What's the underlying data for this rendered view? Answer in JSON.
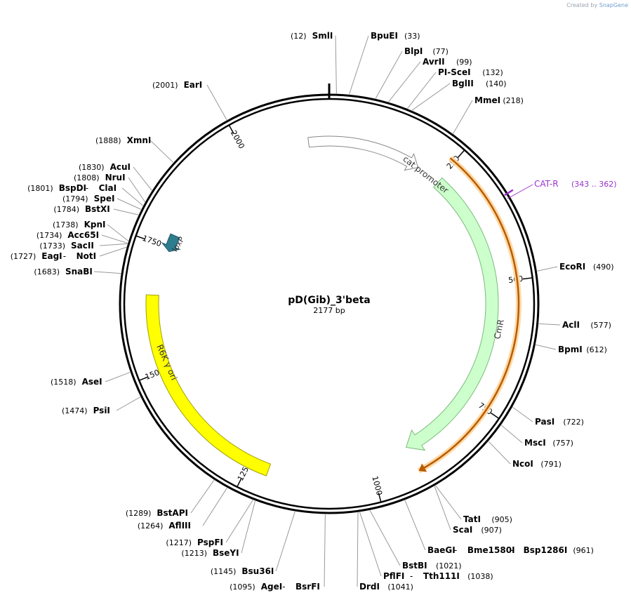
{
  "watermark": {
    "created_by": "Created by",
    "brand": "SnapGene"
  },
  "plasmid": {
    "name": "pD(Gib)_3'beta",
    "size_label": "2177 bp",
    "length": 2177
  },
  "ticks": [
    {
      "pos": 250,
      "label": "250"
    },
    {
      "pos": 500,
      "label": "500"
    },
    {
      "pos": 750,
      "label": "750"
    },
    {
      "pos": 1000,
      "label": "1000"
    },
    {
      "pos": 1250,
      "label": "1250"
    },
    {
      "pos": 1500,
      "label": "1500"
    },
    {
      "pos": 1750,
      "label": "1750"
    },
    {
      "pos": 2000,
      "label": "2000"
    }
  ],
  "features": [
    {
      "name": "cat promoter",
      "color": "#ffffff",
      "stroke": "#888888",
      "label_color": "#333333"
    },
    {
      "name": "CmR",
      "color": "#ccffcc",
      "stroke": "#7cba7c",
      "label_color": "#333333"
    },
    {
      "name": "R6K γ ori",
      "color": "#ffff00",
      "stroke": "#a0a000",
      "label_color": "#333333"
    },
    {
      "name": "loxP",
      "color": "#2e7d8f",
      "stroke": "#1f5a68",
      "label_color": "#333333"
    }
  ],
  "primers": [
    {
      "name": "CAT-R",
      "range": "(343 .. 362)",
      "color": "#9933cc",
      "arrow_color": "#e08a00"
    }
  ],
  "sites": [
    {
      "name": "SmlI",
      "pos": "(12)"
    },
    {
      "name": "BpuEI",
      "pos": "(33)"
    },
    {
      "name": "BlpI",
      "pos": "(77)"
    },
    {
      "name": "AvrII",
      "pos": "(99)"
    },
    {
      "name": "PI-SceI",
      "pos": "(132)"
    },
    {
      "name": "BglII",
      "pos": "(140)"
    },
    {
      "name": "MmeI",
      "pos": "(218)"
    },
    {
      "name": "EcoRI",
      "pos": "(490)"
    },
    {
      "name": "AclI",
      "pos": "(577)"
    },
    {
      "name": "BpmI",
      "pos": "(612)"
    },
    {
      "name": "PasI",
      "pos": "(722)"
    },
    {
      "name": "MscI",
      "pos": "(757)"
    },
    {
      "name": "NcoI",
      "pos": "(791)"
    },
    {
      "name": "TatI",
      "pos": "(905)"
    },
    {
      "name": "ScaI",
      "pos": "(907)"
    },
    {
      "name": "BaeGI",
      "name2": "Bme1580I",
      "name3": "Bsp1286I",
      "pos": "(961)"
    },
    {
      "name": "BstBI",
      "pos": "(1021)"
    },
    {
      "name": "PflFI",
      "name2": "Tth111I",
      "pos": "(1038)"
    },
    {
      "name": "DrdI",
      "pos": "(1041)"
    },
    {
      "name": "AgeI",
      "name2": "BsrFI",
      "pos": "(1095)"
    },
    {
      "name": "Bsu36I",
      "pos": "(1145)"
    },
    {
      "name": "BseYI",
      "pos": "(1213)"
    },
    {
      "name": "PspFI",
      "pos": "(1217)"
    },
    {
      "name": "AflIII",
      "pos": "(1264)"
    },
    {
      "name": "BstAPI",
      "pos": "(1289)"
    },
    {
      "name": "PsiI",
      "pos": "(1474)"
    },
    {
      "name": "AseI",
      "pos": "(1518)"
    },
    {
      "name": "SnaBI",
      "pos": "(1683)"
    },
    {
      "name": "EagI",
      "name2": "NotI",
      "pos": "(1727)"
    },
    {
      "name": "SacII",
      "pos": "(1733)"
    },
    {
      "name": "Acc65I",
      "pos": "(1734)"
    },
    {
      "name": "KpnI",
      "pos": "(1738)"
    },
    {
      "name": "BstXI",
      "pos": "(1784)"
    },
    {
      "name": "SpeI",
      "pos": "(1794)"
    },
    {
      "name": "BspDI",
      "name2": "ClaI",
      "pos": "(1801)"
    },
    {
      "name": "NruI",
      "pos": "(1808)"
    },
    {
      "name": "AcuI",
      "pos": "(1830)"
    },
    {
      "name": "XmnI",
      "pos": "(1888)"
    },
    {
      "name": "EarI",
      "pos": "(2001)"
    }
  ]
}
